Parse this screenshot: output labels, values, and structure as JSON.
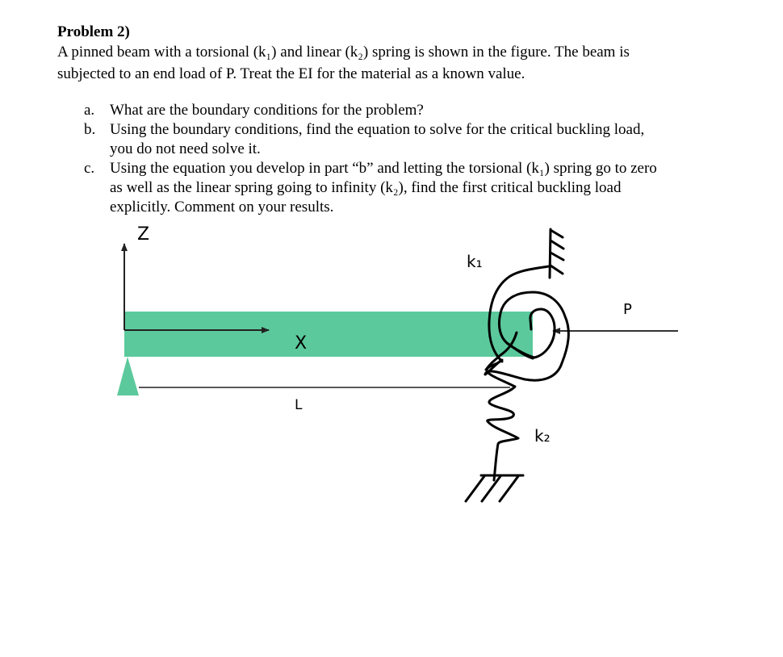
{
  "problem": {
    "title": "Problem 2)",
    "intro_lines": [
      "A pinned beam with a torsional (k₁) and linear (k₂) spring is shown in the figure.  The beam is",
      "subjected to an end load of P. Treat the EI for the material as a known value."
    ],
    "questions": [
      {
        "letter": "a.",
        "lines": [
          "What are the boundary conditions for the problem?"
        ]
      },
      {
        "letter": "b.",
        "lines": [
          "Using the boundary conditions, find the equation to solve for the critical buckling load,",
          "you do not need solve it."
        ]
      },
      {
        "letter": "c.",
        "lines": [
          "Using the equation you develop in part “b” and letting the torsional (k₁) spring go to zero",
          "as well as the linear spring going to infinity (k₂), find the first critical buckling load",
          "explicitly. Comment on your results."
        ]
      }
    ]
  },
  "figure": {
    "labels": {
      "z_axis": "Z",
      "x_axis": "X",
      "length": "L",
      "torsional_spring": "k₁",
      "linear_spring": "k₂",
      "load": "P"
    },
    "colors": {
      "beam": "#5BC99C",
      "support": "#5BC99C",
      "lines": "#000000"
    }
  }
}
